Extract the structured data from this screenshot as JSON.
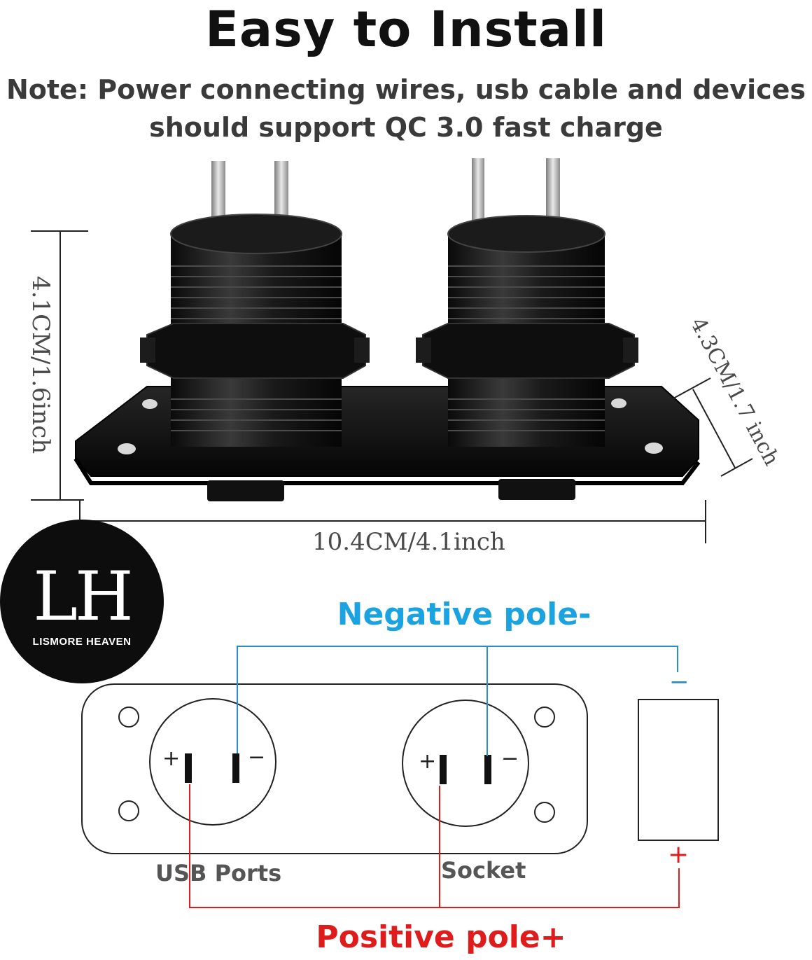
{
  "title": "Easy to Install",
  "note_line1": "Note: Power connecting wires, usb cable and devices",
  "note_line2": "should support QC 3.0 fast charge",
  "dimensions": {
    "height": "4.1CM/1.6inch",
    "depth": "4.3CM/1.7 inch",
    "width": "10.4CM/4.1inch"
  },
  "logo": {
    "monogram": "LH",
    "brand": "LISMORE HEAVEN"
  },
  "wiring": {
    "negative_label": "Negative pole-",
    "positive_label": "Positive  pole+",
    "usb_label": "USB Ports",
    "socket_label": "Socket",
    "battery_minus": "−",
    "battery_plus": "+",
    "terminal_plus": "+",
    "terminal_minus": "−"
  },
  "colors": {
    "negative_wire": "#2a8fc7",
    "positive_wire": "#e01b1b"
  }
}
